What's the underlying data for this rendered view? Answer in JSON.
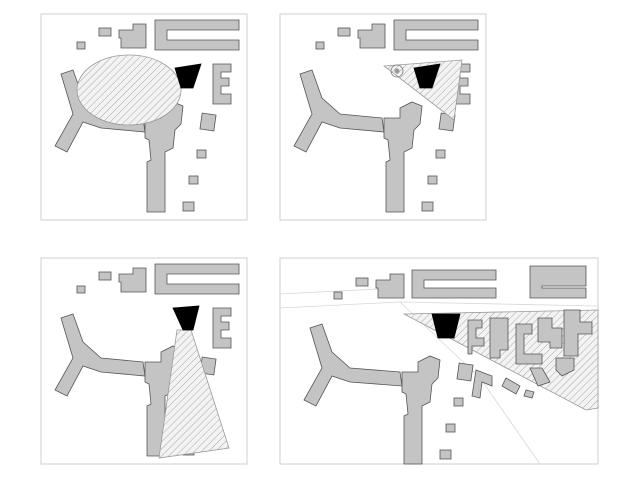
{
  "panels": [
    {
      "name": "panel-1",
      "hatch_shape": "ellipse"
    },
    {
      "name": "panel-2",
      "hatch_shape": "triangle"
    },
    {
      "name": "panel-3",
      "hatch_shape": "wedge"
    },
    {
      "name": "panel-4",
      "hatch_shape": "block"
    }
  ],
  "colors": {
    "building_fill": "#c4c4c4",
    "building_stroke": "#555555",
    "focus_building": "#000000",
    "hatch_stroke": "#9a9a9a",
    "frame_stroke": "#cfcfcf"
  }
}
